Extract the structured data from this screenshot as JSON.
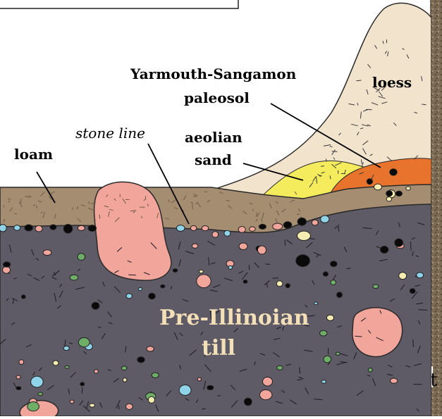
{
  "labels": {
    "loess": "loess",
    "paleosol_line1": "Yarmouth-Sangamon",
    "paleosol_line2": "paleosol",
    "aeolian_line1": "aeolian",
    "aeolian_line2": "sand",
    "stone_line": "stone line",
    "loam": "loam",
    "till_line1": "Pre-Illinoian",
    "till_line2": "till"
  },
  "colors": {
    "loess": "#f2e3cc",
    "aeolian_sand": "#f4ec5c",
    "paleosol": "#e8732c",
    "loam": "#a58d72",
    "till": "#5e5a66",
    "clast_pink": "#f1a59b",
    "clast_blue": "#8fd3e8",
    "clast_black": "#0a0a0a",
    "clast_green": "#6fae67",
    "clast_cream": "#f4ecb0",
    "till_label": "#f3dfb8",
    "photo_strip": "#7c6b55"
  }
}
